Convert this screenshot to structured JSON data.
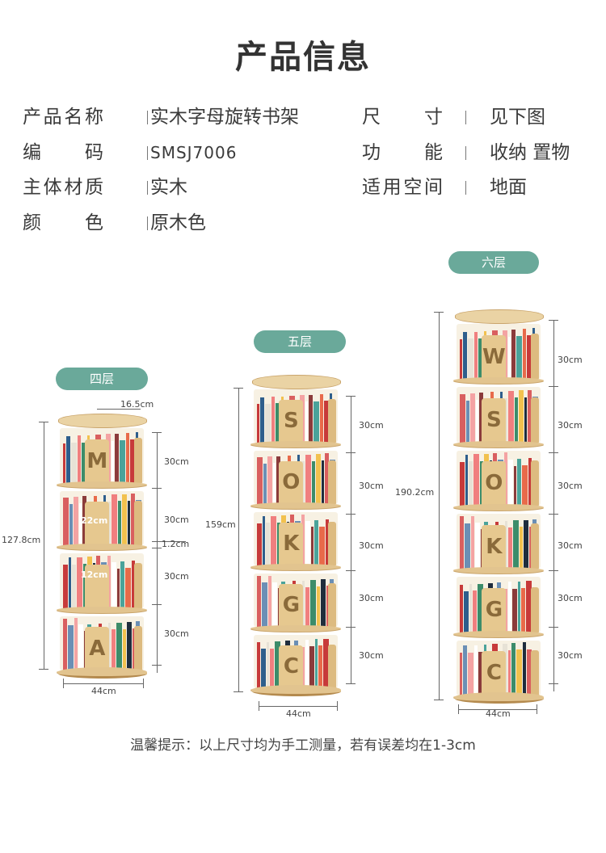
{
  "title": "产品信息",
  "info": {
    "name_label": "产品名称",
    "name_value": "实木字母旋转书架",
    "size_label": "尺寸",
    "size_value": "见下图",
    "code_label": "编码",
    "code_value": "SMSJ7006",
    "func_label": "功能",
    "func_value": "收纳 置物",
    "material_label": "主体材质",
    "material_value": "实木",
    "space_label": "适用空间",
    "space_value": "地面",
    "color_label": "颜色",
    "color_value": "原木色"
  },
  "shelves": {
    "four": {
      "label": "四层",
      "total_height": "127.8cm",
      "top_width": "16.5cm",
      "tier_height": "30cm",
      "board_thickness": "1.2cm",
      "inner_22": "22cm",
      "inner_12": "12cm",
      "base_width": "44cm",
      "letters": [
        "M",
        "",
        "",
        "A"
      ]
    },
    "five": {
      "label": "五层",
      "total_height": "159cm",
      "tier_height": "30cm",
      "base_width": "44cm",
      "letters": [
        "S",
        "O",
        "K",
        "G",
        "C"
      ]
    },
    "six": {
      "label": "六层",
      "total_height": "190.2cm",
      "tier_height": "30cm",
      "base_width": "44cm",
      "letters": [
        "W",
        "S",
        "O",
        "K",
        "G",
        "C"
      ]
    }
  },
  "footer": "温馨提示：以上尺寸均为手工测量，若有误差均在1-3cm",
  "colors": {
    "accent": "#6aa99a",
    "wood": "#e2c48f"
  }
}
